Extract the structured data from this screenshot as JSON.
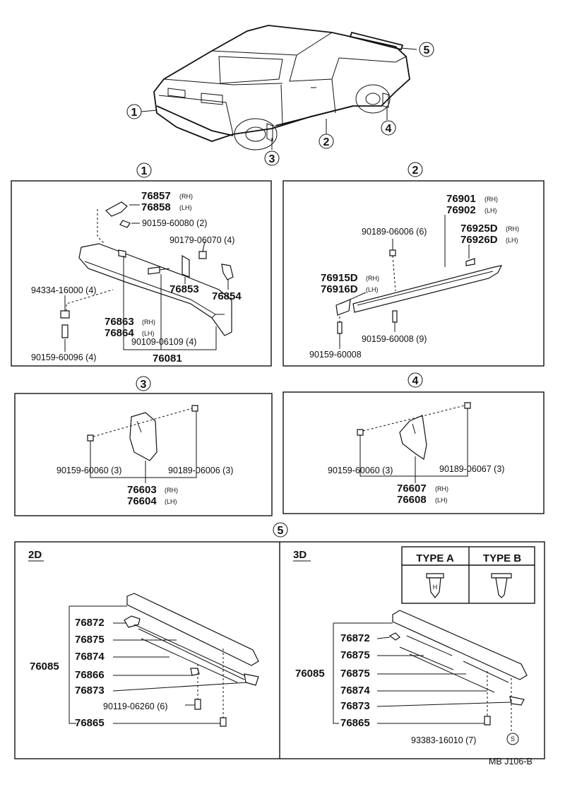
{
  "callouts": {
    "c1": "1",
    "c2": "2",
    "c3": "3",
    "c4": "4",
    "c5": "5"
  },
  "section1": {
    "p76857": "76857",
    "p76857_side": "(RH)",
    "p76858": "76858",
    "p76858_side": "(LH)",
    "p90159_60080": "90159-60080 (2)",
    "p90179_06070": "90179-06070 (4)",
    "p94334_16000": "94334-16000 (4)",
    "p76853": "76853",
    "p76854": "76854",
    "p76863": "76863",
    "p76863_side": "(RH)",
    "p76864": "76864",
    "p76864_side": "(LH)",
    "p90109_06109": "90109-06109 (4)",
    "p90159_60096": "90159-60096 (4)",
    "p76081": "76081"
  },
  "section2": {
    "p76901": "76901",
    "p76901_side": "(RH)",
    "p76902": "76902",
    "p76902_side": "(LH)",
    "p90189_06006": "90189-06006 (6)",
    "p76925D": "76925D",
    "p76925D_side": "(RH)",
    "p76926D": "76926D",
    "p76926D_side": "(LH)",
    "p76915D": "76915D",
    "p76915D_side": "(RH)",
    "p76916D": "76916D",
    "p76916D_side": "(LH)",
    "p90159_60008_9": "90159-60008 (9)",
    "p90159_60008": "90159-60008"
  },
  "section3": {
    "p90159_60060": "90159-60060 (3)",
    "p90189_06006": "90189-06006 (3)",
    "p76603": "76603",
    "p76603_side": "(RH)",
    "p76604": "76604",
    "p76604_side": "(LH)"
  },
  "section4": {
    "p90159_60060": "90159-60060 (3)",
    "p90189_06067": "90189-06067 (3)",
    "p76607": "76607",
    "p76607_side": "(RH)",
    "p76608": "76608",
    "p76608_side": "(LH)"
  },
  "section5": {
    "body_2d": "2D",
    "body_3d": "3D",
    "type_a": "TYPE A",
    "type_b": "TYPE B",
    "d2": {
      "p76872": "76872",
      "p76875": "76875",
      "p76874": "76874",
      "p76085": "76085",
      "p76866": "76866",
      "p76873": "76873",
      "p90119_06260": "90119-06260 (6)",
      "p76865": "76865"
    },
    "d3": {
      "p76872": "76872",
      "p76875a": "76875",
      "p76085": "76085",
      "p76875b": "76875",
      "p76874": "76874",
      "p76873": "76873",
      "p76865": "76865",
      "p93383_16010": "93383-16010 (7)",
      "s_mark": "S"
    }
  },
  "footer": {
    "code": "MB  J106-B"
  }
}
